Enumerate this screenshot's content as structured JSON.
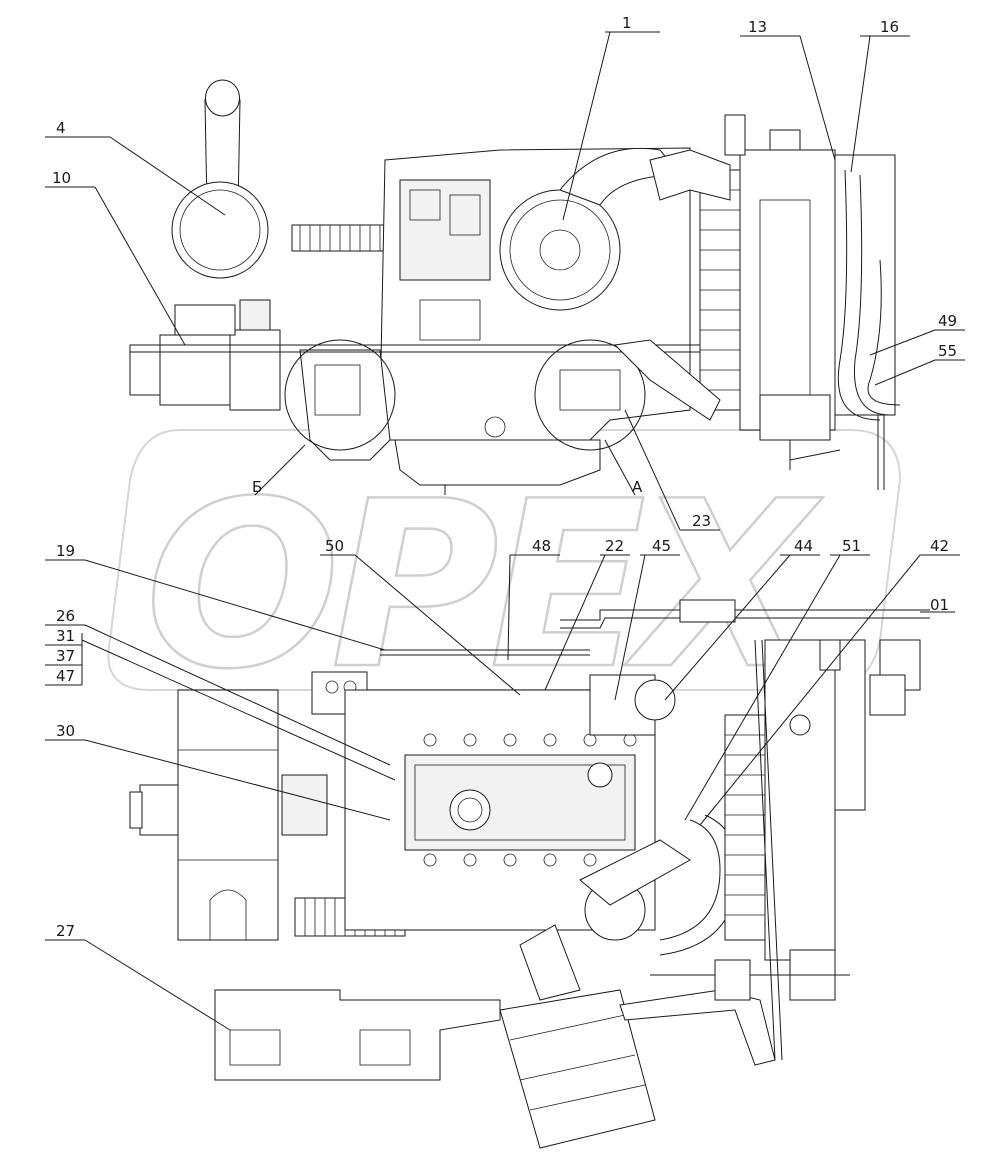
{
  "diagram": {
    "watermark": "OPEX",
    "callouts": {
      "c1": "1",
      "c4": "4",
      "c10": "10",
      "c13": "13",
      "c16": "16",
      "c49": "49",
      "c55": "55",
      "c23": "23",
      "cB": "Б",
      "cA": "А",
      "c19": "19",
      "c50": "50",
      "c48": "48",
      "c22": "22",
      "c45": "45",
      "c44": "44",
      "c51": "51",
      "c42": "42",
      "c01": "01",
      "c26": "26",
      "c31": "31",
      "c37": "37",
      "c47": "47",
      "c30": "30",
      "c27": "27"
    }
  }
}
